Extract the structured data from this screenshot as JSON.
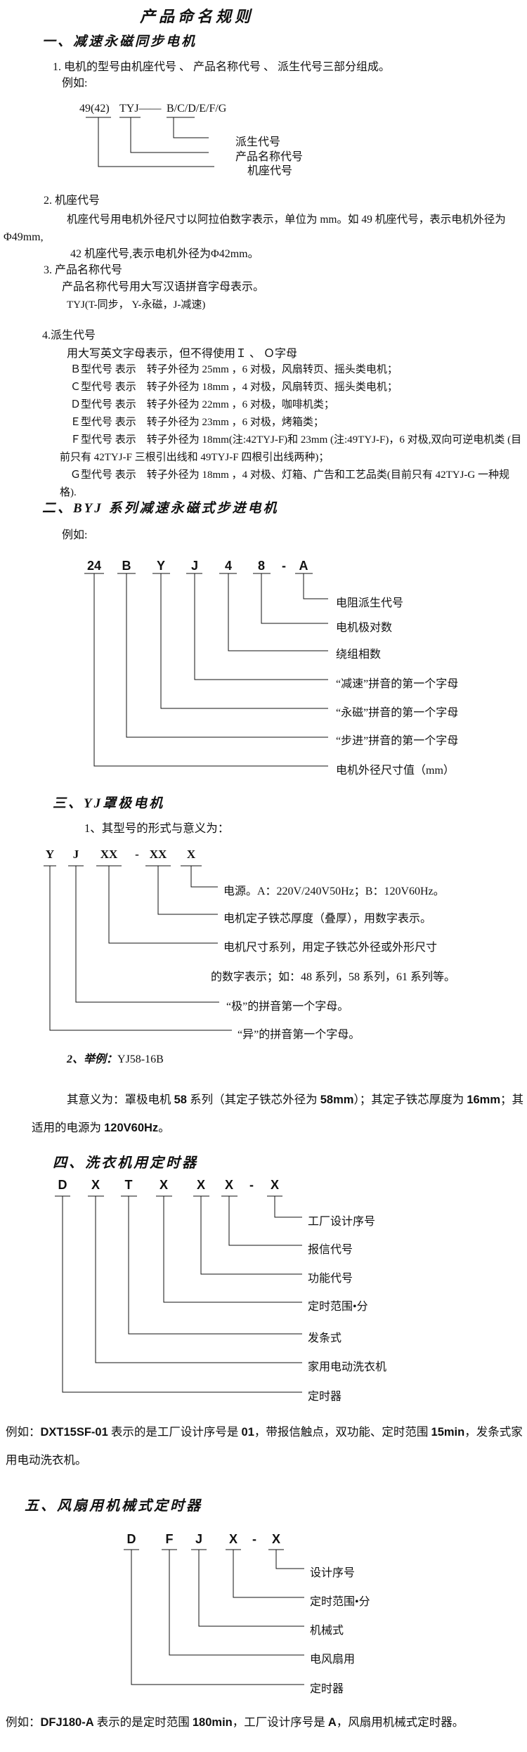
{
  "page": {
    "title": "产品命名规则"
  },
  "s1": {
    "heading": "一、减速永磁同步电机",
    "intro": "1.  电机的型号由机座代号 、 产品名称代号 、 派生代号三部分组成。",
    "example_label": "例如:",
    "diagram": {
      "codes": [
        "49(42)",
        "TYJ——",
        "B/C/D/E/F/G"
      ],
      "labels": [
        "派生代号",
        "产品名称代号",
        "机座代号"
      ]
    },
    "item2": {
      "heading": "2. 机座代号",
      "line1": "机座代号用电机外径尺寸以阿拉伯数字表示，单位为 mm。如 49 机座代号，表示电机外径为",
      "line2": "Φ49mm,",
      "line3": "42 机座代号,表示电机外径为Φ42mm。"
    },
    "item3": {
      "heading": "3. 产品名称代号",
      "line1": "产品名称代号用大写汉语拼音字母表示。",
      "line2": "TYJ(T-同步， Y-永磁，J-减速)"
    },
    "item4": {
      "heading": "4.派生代号",
      "intro": "用大写英文字母表示，但不得使用Ｉ 、 Ｏ字母",
      "codes": [
        "Ｂ型代号 表示　转子外径为 25mm ，6 对极，风扇转页、摇头类电机；",
        "Ｃ型代号 表示　转子外径为 18mm ，4 对极，风扇转页、摇头类电机；",
        "Ｄ型代号 表示　转子外径为 22mm ，6 对极，咖啡机类；",
        "Ｅ型代号 表示　转子外径为 23mm ，6 对极，烤箱类；",
        "Ｆ型代号 表示　转子外径为 18mm(注:42TYJ-F)和 23mm (注:49TYJ-F)，6 对极,双向可逆电机类 (目前只有 42TYJ-F 三根引出线和 49TYJ-F 四根引出线两种)；",
        "Ｇ型代号 表示　转子外径为 18mm ，4 对极、灯箱、广告和工艺品类(目前只有 42TYJ-G 一种规格)."
      ]
    }
  },
  "s2": {
    "heading": "二、BYJ 系列减速永磁式步进电机",
    "example_label": "例如:",
    "diagram": {
      "codes": [
        "24",
        "B",
        "Y",
        "J",
        "4",
        "8",
        "-",
        "A"
      ],
      "labels": [
        "电阻派生代号",
        "电机极对数",
        "绕组相数",
        "“减速”拼音的第一个字母",
        "“永磁”拼音的第一个字母",
        "“步进”拼音的第一个字母",
        "电机外径尺寸值（mm）"
      ]
    }
  },
  "s3": {
    "heading": "三、YJ罩极电机",
    "sub1": "1、其型号的形式与意义为：",
    "diagram": {
      "codes": [
        "Y",
        "J",
        "XX",
        "-",
        "XX",
        "X"
      ],
      "labels": {
        "power": "电源。A：220V/240V50Hz；B：120V60Hz。",
        "thickness": "电机定子铁芯厚度（叠厚），用数字表示。",
        "series_line1": "电机尺寸系列，用定子铁芯外径或外形尺寸",
        "series_line2": "的数字表示；如：48 系列，58 系列，61 系列等。",
        "ji": "“极”的拼音第一个字母。",
        "yi": "“异”的拼音第一个字母。"
      }
    },
    "example_label": "2、举例：",
    "example_value": "YJ58-16B",
    "meaning_runs": [
      {
        "t": "其意义为：罩极电机 "
      },
      {
        "t": "58",
        "b": true
      },
      {
        "t": " 系列（其定子铁芯外径为 "
      },
      {
        "t": "58mm",
        "b": true
      },
      {
        "t": "）；其定子铁芯厚度为 "
      },
      {
        "t": "16mm",
        "b": true
      },
      {
        "t": "；其适用的电源为 "
      },
      {
        "t": "120V60Hz",
        "b": true
      },
      {
        "t": "。"
      }
    ]
  },
  "s4": {
    "heading": "四、洗衣机用定时器",
    "diagram": {
      "codes": [
        "D",
        "X",
        "T",
        "X",
        "X",
        "X",
        "-",
        "X"
      ],
      "labels": [
        "工厂设计序号",
        "报信代号",
        "功能代号",
        "定时范围•分",
        "发条式",
        "家用电动洗衣机",
        "定时器"
      ]
    },
    "example_runs": [
      {
        "t": "例如："
      },
      {
        "t": "DXT15SF-01",
        "b": true
      },
      {
        "t": " 表示的是工厂设计序号是 "
      },
      {
        "t": "01",
        "b": true
      },
      {
        "t": "，带报信触点，双功能、定时范围 "
      },
      {
        "t": "15min",
        "b": true
      },
      {
        "t": "，发条式家用电动洗衣机。"
      }
    ]
  },
  "s5": {
    "heading": "五、风扇用机械式定时器",
    "diagram": {
      "codes": [
        "D",
        "F",
        "J",
        "X",
        "-",
        "X"
      ],
      "labels": [
        "设计序号",
        "定时范围•分",
        "机械式",
        "电风扇用",
        "定时器"
      ]
    },
    "example_runs": [
      {
        "t": "例如："
      },
      {
        "t": "DFJ180-A",
        "b": true
      },
      {
        "t": " 表示的是定时范围 "
      },
      {
        "t": "180min",
        "b": true
      },
      {
        "t": "，工厂设计序号是 "
      },
      {
        "t": "A",
        "b": true
      },
      {
        "t": "，风扇用机械式定时器。"
      }
    ]
  }
}
